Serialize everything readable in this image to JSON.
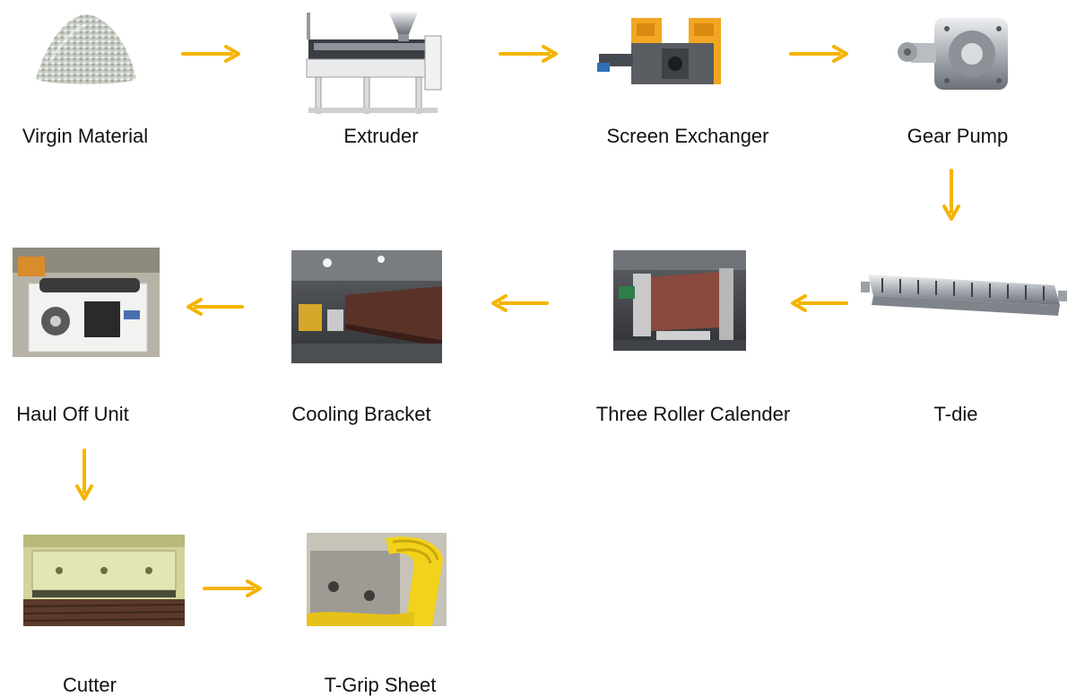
{
  "colors": {
    "arrow": "#F5B400"
  },
  "nodes": [
    {
      "id": "virgin-material",
      "label": "Virgin Material",
      "icon": "plastic-granules-pile"
    },
    {
      "id": "extruder",
      "label": "Extruder",
      "icon": "extruder-machine"
    },
    {
      "id": "screen-exchanger",
      "label": "Screen Exchanger",
      "icon": "screen-changer-machine"
    },
    {
      "id": "gear-pump",
      "label": "Gear Pump",
      "icon": "gear-pump-unit"
    },
    {
      "id": "t-die",
      "label": "T-die",
      "icon": "flat-die"
    },
    {
      "id": "three-roller-calender",
      "label": "Three Roller Calender",
      "icon": "calender-machine-photo"
    },
    {
      "id": "cooling-bracket",
      "label": "Cooling Bracket",
      "icon": "cooling-bracket-photo"
    },
    {
      "id": "haul-off-unit",
      "label": "Haul Off Unit",
      "icon": "haul-off-machine-photo"
    },
    {
      "id": "cutter",
      "label": "Cutter",
      "icon": "cutter-machine-photo"
    },
    {
      "id": "t-grip-sheet",
      "label": "T-Grip Sheet",
      "icon": "t-grip-sheet-photo"
    }
  ],
  "edges": [
    {
      "from": "virgin-material",
      "to": "extruder",
      "direction": "right"
    },
    {
      "from": "extruder",
      "to": "screen-exchanger",
      "direction": "right"
    },
    {
      "from": "screen-exchanger",
      "to": "gear-pump",
      "direction": "right"
    },
    {
      "from": "gear-pump",
      "to": "t-die",
      "direction": "down"
    },
    {
      "from": "t-die",
      "to": "three-roller-calender",
      "direction": "left"
    },
    {
      "from": "three-roller-calender",
      "to": "cooling-bracket",
      "direction": "left"
    },
    {
      "from": "cooling-bracket",
      "to": "haul-off-unit",
      "direction": "left"
    },
    {
      "from": "haul-off-unit",
      "to": "cutter",
      "direction": "down"
    },
    {
      "from": "cutter",
      "to": "t-grip-sheet",
      "direction": "right"
    }
  ]
}
